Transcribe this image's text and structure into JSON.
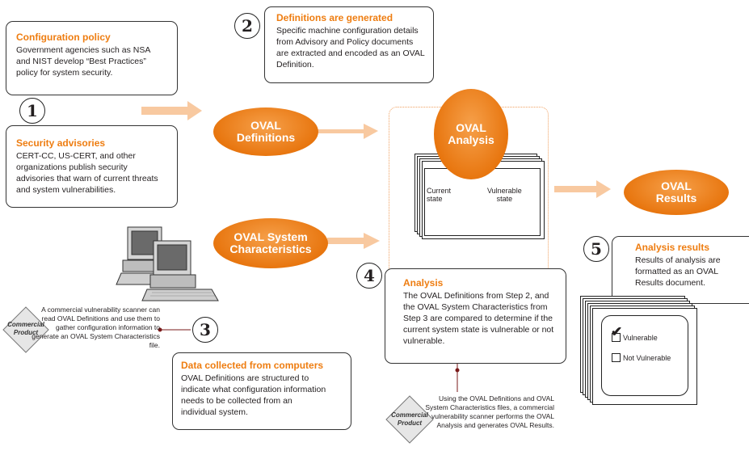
{
  "step1": {
    "number": "1",
    "config_title": "Configuration policy",
    "config_body": "Government agencies such as NSA and NIST develop “Best Practices” policy for system security.",
    "advisory_title": "Security advisories",
    "advisory_body": "CERT-CC, US-CERT, and other organizations publish security advisories that warn of current threats and system vulnerabilities."
  },
  "step2": {
    "number": "2",
    "title": "Definitions are generated",
    "body": "Specific machine configuration details from Advisory and Policy documents are extracted and encoded as an OVAL Definition."
  },
  "step3": {
    "number": "3",
    "title": "Data collected from computers",
    "body": "OVAL Definitions are structured to indicate what configuration information needs to be collected from an individual system."
  },
  "step4": {
    "number": "4",
    "title": "Analysis",
    "body": "The OVAL Definitions from Step 2, and the OVAL System Characteristics from Step 3 are compared to determine if the current system state is vulnerable or not vulnerable."
  },
  "step5": {
    "number": "5",
    "title": "Analysis results",
    "body": "Results of analysis are formatted as an OVAL Results document."
  },
  "ovals": {
    "definitions_1": "OVAL",
    "definitions_2": "Definitions",
    "analysis_1": "OVAL",
    "analysis_2": "Analysis",
    "syschar_1": "OVAL System",
    "syschar_2": "Characteristics",
    "results_1": "OVAL",
    "results_2": "Results"
  },
  "states": {
    "current_1": "Current",
    "current_2": "state",
    "vulnerable_1": "Vulnerable",
    "vulnerable_2": "state"
  },
  "checklist": {
    "vulnerable": "Vulnerable",
    "not_vulnerable": "Not Vulnerable"
  },
  "commercial": {
    "badge_1": "Commercial",
    "badge_2": "Product",
    "scanner_note": "A commercial vulnerability scanner can read OVAL Definitions and use them to gather configuration information to generate an OVAL System Characteristics file.",
    "analysis_note": "Using the OVAL Definitions and OVAL System Characteristics files, a commercial vulnerability scanner performs the OVAL Analysis and generates OVAL Results."
  },
  "colors": {
    "accent": "#ee7d11",
    "arrow": "#f8c9a0"
  }
}
